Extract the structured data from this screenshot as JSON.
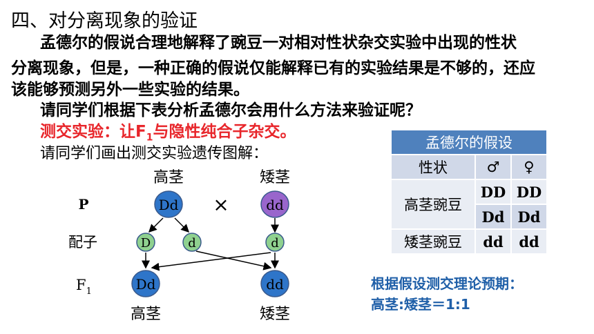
{
  "heading": "四、对分离现象的验证",
  "paragraph": {
    "line1": "孟德尔的假说合理地解释了豌豆一对相对性状杂交实验中出现的性状",
    "line2": "分离现象，但是，一种正确的假说仅能解释已有的实验结果是不够的，还应",
    "line3": "该能够预测另外一些实验的结果。"
  },
  "question": "请同学们根据下表分析孟德尔会用什么方法来验证呢？",
  "answer": {
    "prefix": "测交实验：让F",
    "sub": "1",
    "suffix": "与隐性纯合子杂交。"
  },
  "draw_prompt": "请同学们画出测交实验遗传图解：",
  "diagram": {
    "parent_left_label": "高茎",
    "parent_right_label": "矮茎",
    "row_p": "P",
    "row_gamete": "配子",
    "row_f1_main": "F",
    "row_f1_sub": "1",
    "cross": "×",
    "parent_left": "Dd",
    "parent_right": "dd",
    "gamete_1": "D",
    "gamete_2": "d",
    "gamete_3": "d",
    "child_left": "Dd",
    "child_right": "dd",
    "child_left_label": "高茎",
    "child_right_label": "矮茎",
    "colors": {
      "blue_fill": "#2e75c9",
      "purple_fill": "#9966cc",
      "green_fill": "#8fd18f",
      "stroke": "#3a5a8c"
    }
  },
  "table": {
    "title": "孟德尔的假设",
    "col_trait": "性状",
    "col_male": "♂",
    "col_female": "♀",
    "row_tall": "高茎豌豆",
    "tall_1_male": "DD",
    "tall_1_female": "DD",
    "tall_2_male": "Dd",
    "tall_2_female": "Dd",
    "row_short": "矮茎豌豆",
    "short_male": "dd",
    "short_female": "dd",
    "colors": {
      "header": "#4f81bd",
      "row_dark": "#d0d8e8",
      "row_light": "#e9edf4"
    }
  },
  "prediction": {
    "line1": "根据假设测交理论预期：",
    "line2": "高茎:矮茎＝1:1"
  }
}
